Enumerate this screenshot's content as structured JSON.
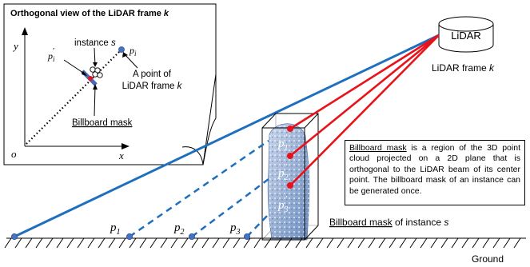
{
  "inset": {
    "title": "Orthogonal view of the LiDAR frame ",
    "title_var": "k",
    "axis_y": "y",
    "axis_x": "x",
    "origin": "o",
    "instance_label": "instance ",
    "instance_var": "s",
    "p_prime_label": "p",
    "p_prime_sub": "i",
    "p_prime_mark": "′",
    "p_label": "p",
    "p_sub": "i",
    "point_of_line1": "A point of",
    "point_of_line2": "LiDAR frame ",
    "point_of_var": "k",
    "billboard_label": "Billboard mask"
  },
  "lidar": {
    "device_label": "LiDAR",
    "frame_label": "LiDAR frame ",
    "frame_var": "k"
  },
  "ground_points": [
    {
      "base": "p",
      "sub": "1"
    },
    {
      "base": "p",
      "sub": "2"
    },
    {
      "base": "p",
      "sub": "3"
    }
  ],
  "projected_points": [
    {
      "base": "p",
      "sub": "1",
      "mark": "′"
    },
    {
      "base": "p",
      "sub": "2",
      "mark": "′"
    },
    {
      "base": "p",
      "sub": "3",
      "mark": "′"
    }
  ],
  "billboard_caption": {
    "underlined": "Billboard mask",
    "rest": " of instance ",
    "var": "s"
  },
  "ground_label": "Ground",
  "note": {
    "underlined": "Billboard mask",
    "text": " is a region of the 3D point cloud projected on a 2D plane that is orthogonal to the LiDAR beam of its center point. The billboard mask of an instance can be generated once."
  },
  "colors": {
    "beam_blue": "#1f6fbf",
    "ray_red": "#e8121a",
    "point_blue": "#4472c4"
  }
}
